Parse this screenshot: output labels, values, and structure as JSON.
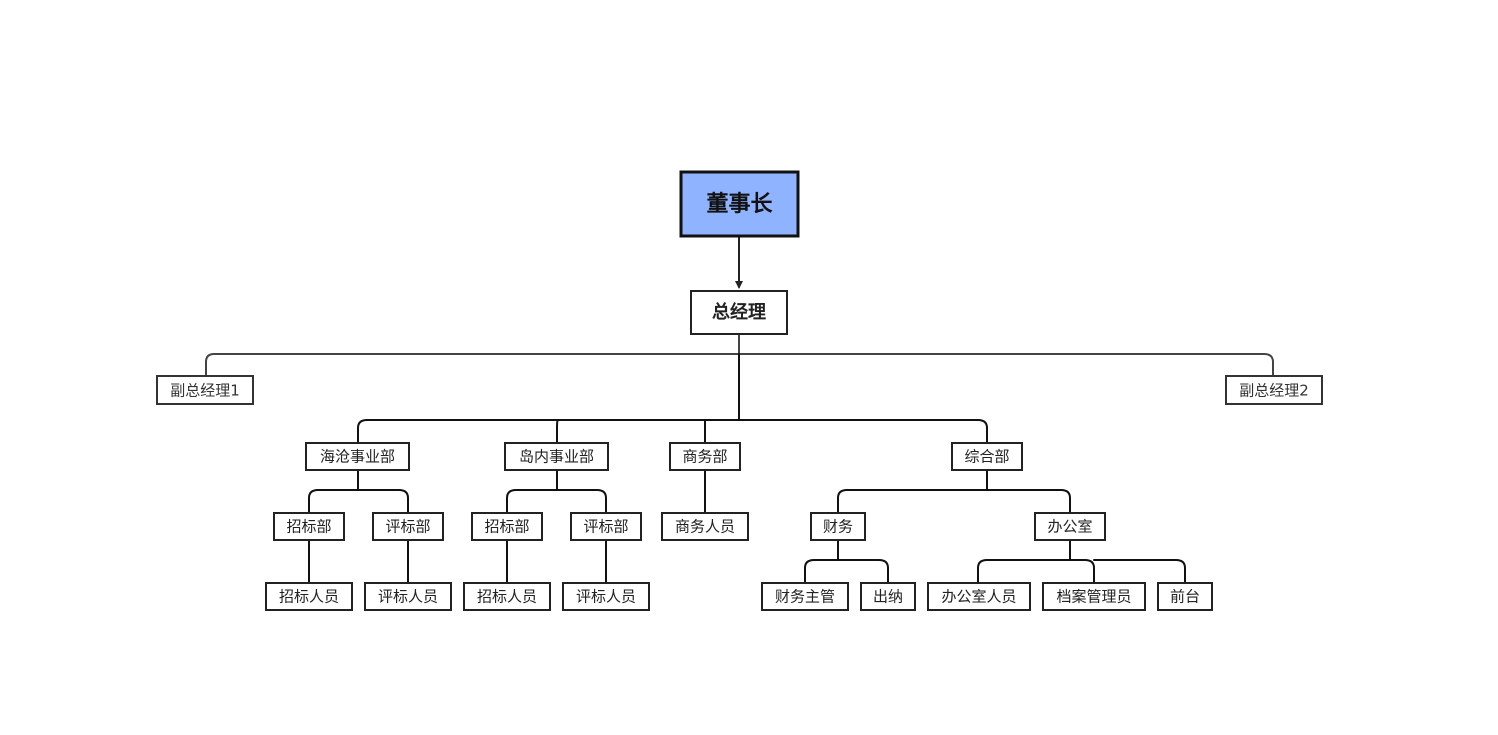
{
  "diagram": {
    "type": "org-chart",
    "colors": {
      "root_fill": "#8fb3ff",
      "node_fill": "#ffffff",
      "border": "#222222",
      "line": "#222222"
    },
    "nodes": {
      "chairman": "董事长",
      "general_manager": "总经理",
      "deputy_gm_1": "副总经理1",
      "deputy_gm_2": "副总经理2",
      "haicang_division": "海沧事业部",
      "daonei_division": "岛内事业部",
      "business_dept": "商务部",
      "general_dept": "综合部",
      "haicang_bidding_dept": "招标部",
      "haicang_evaluation_dept": "评标部",
      "daonei_bidding_dept": "招标部",
      "daonei_evaluation_dept": "评标部",
      "business_staff": "商务人员",
      "finance": "财务",
      "office": "办公室",
      "haicang_bidding_staff": "招标人员",
      "haicang_evaluation_staff": "评标人员",
      "daonei_bidding_staff": "招标人员",
      "daonei_evaluation_staff": "评标人员",
      "finance_supervisor": "财务主管",
      "cashier": "出纳",
      "office_staff": "办公室人员",
      "archive_manager": "档案管理员",
      "front_desk": "前台"
    },
    "edges": [
      [
        "chairman",
        "general_manager"
      ],
      [
        "general_manager",
        "deputy_gm_1"
      ],
      [
        "general_manager",
        "deputy_gm_2"
      ],
      [
        "general_manager",
        "haicang_division"
      ],
      [
        "general_manager",
        "daonei_division"
      ],
      [
        "general_manager",
        "business_dept"
      ],
      [
        "general_manager",
        "general_dept"
      ],
      [
        "haicang_division",
        "haicang_bidding_dept"
      ],
      [
        "haicang_division",
        "haicang_evaluation_dept"
      ],
      [
        "daonei_division",
        "daonei_bidding_dept"
      ],
      [
        "daonei_division",
        "daonei_evaluation_dept"
      ],
      [
        "business_dept",
        "business_staff"
      ],
      [
        "general_dept",
        "finance"
      ],
      [
        "general_dept",
        "office"
      ],
      [
        "haicang_bidding_dept",
        "haicang_bidding_staff"
      ],
      [
        "haicang_evaluation_dept",
        "haicang_evaluation_staff"
      ],
      [
        "daonei_bidding_dept",
        "daonei_bidding_staff"
      ],
      [
        "daonei_evaluation_dept",
        "daonei_evaluation_staff"
      ],
      [
        "finance",
        "finance_supervisor"
      ],
      [
        "finance",
        "cashier"
      ],
      [
        "office",
        "office_staff"
      ],
      [
        "office",
        "archive_manager"
      ],
      [
        "office",
        "front_desk"
      ]
    ]
  }
}
